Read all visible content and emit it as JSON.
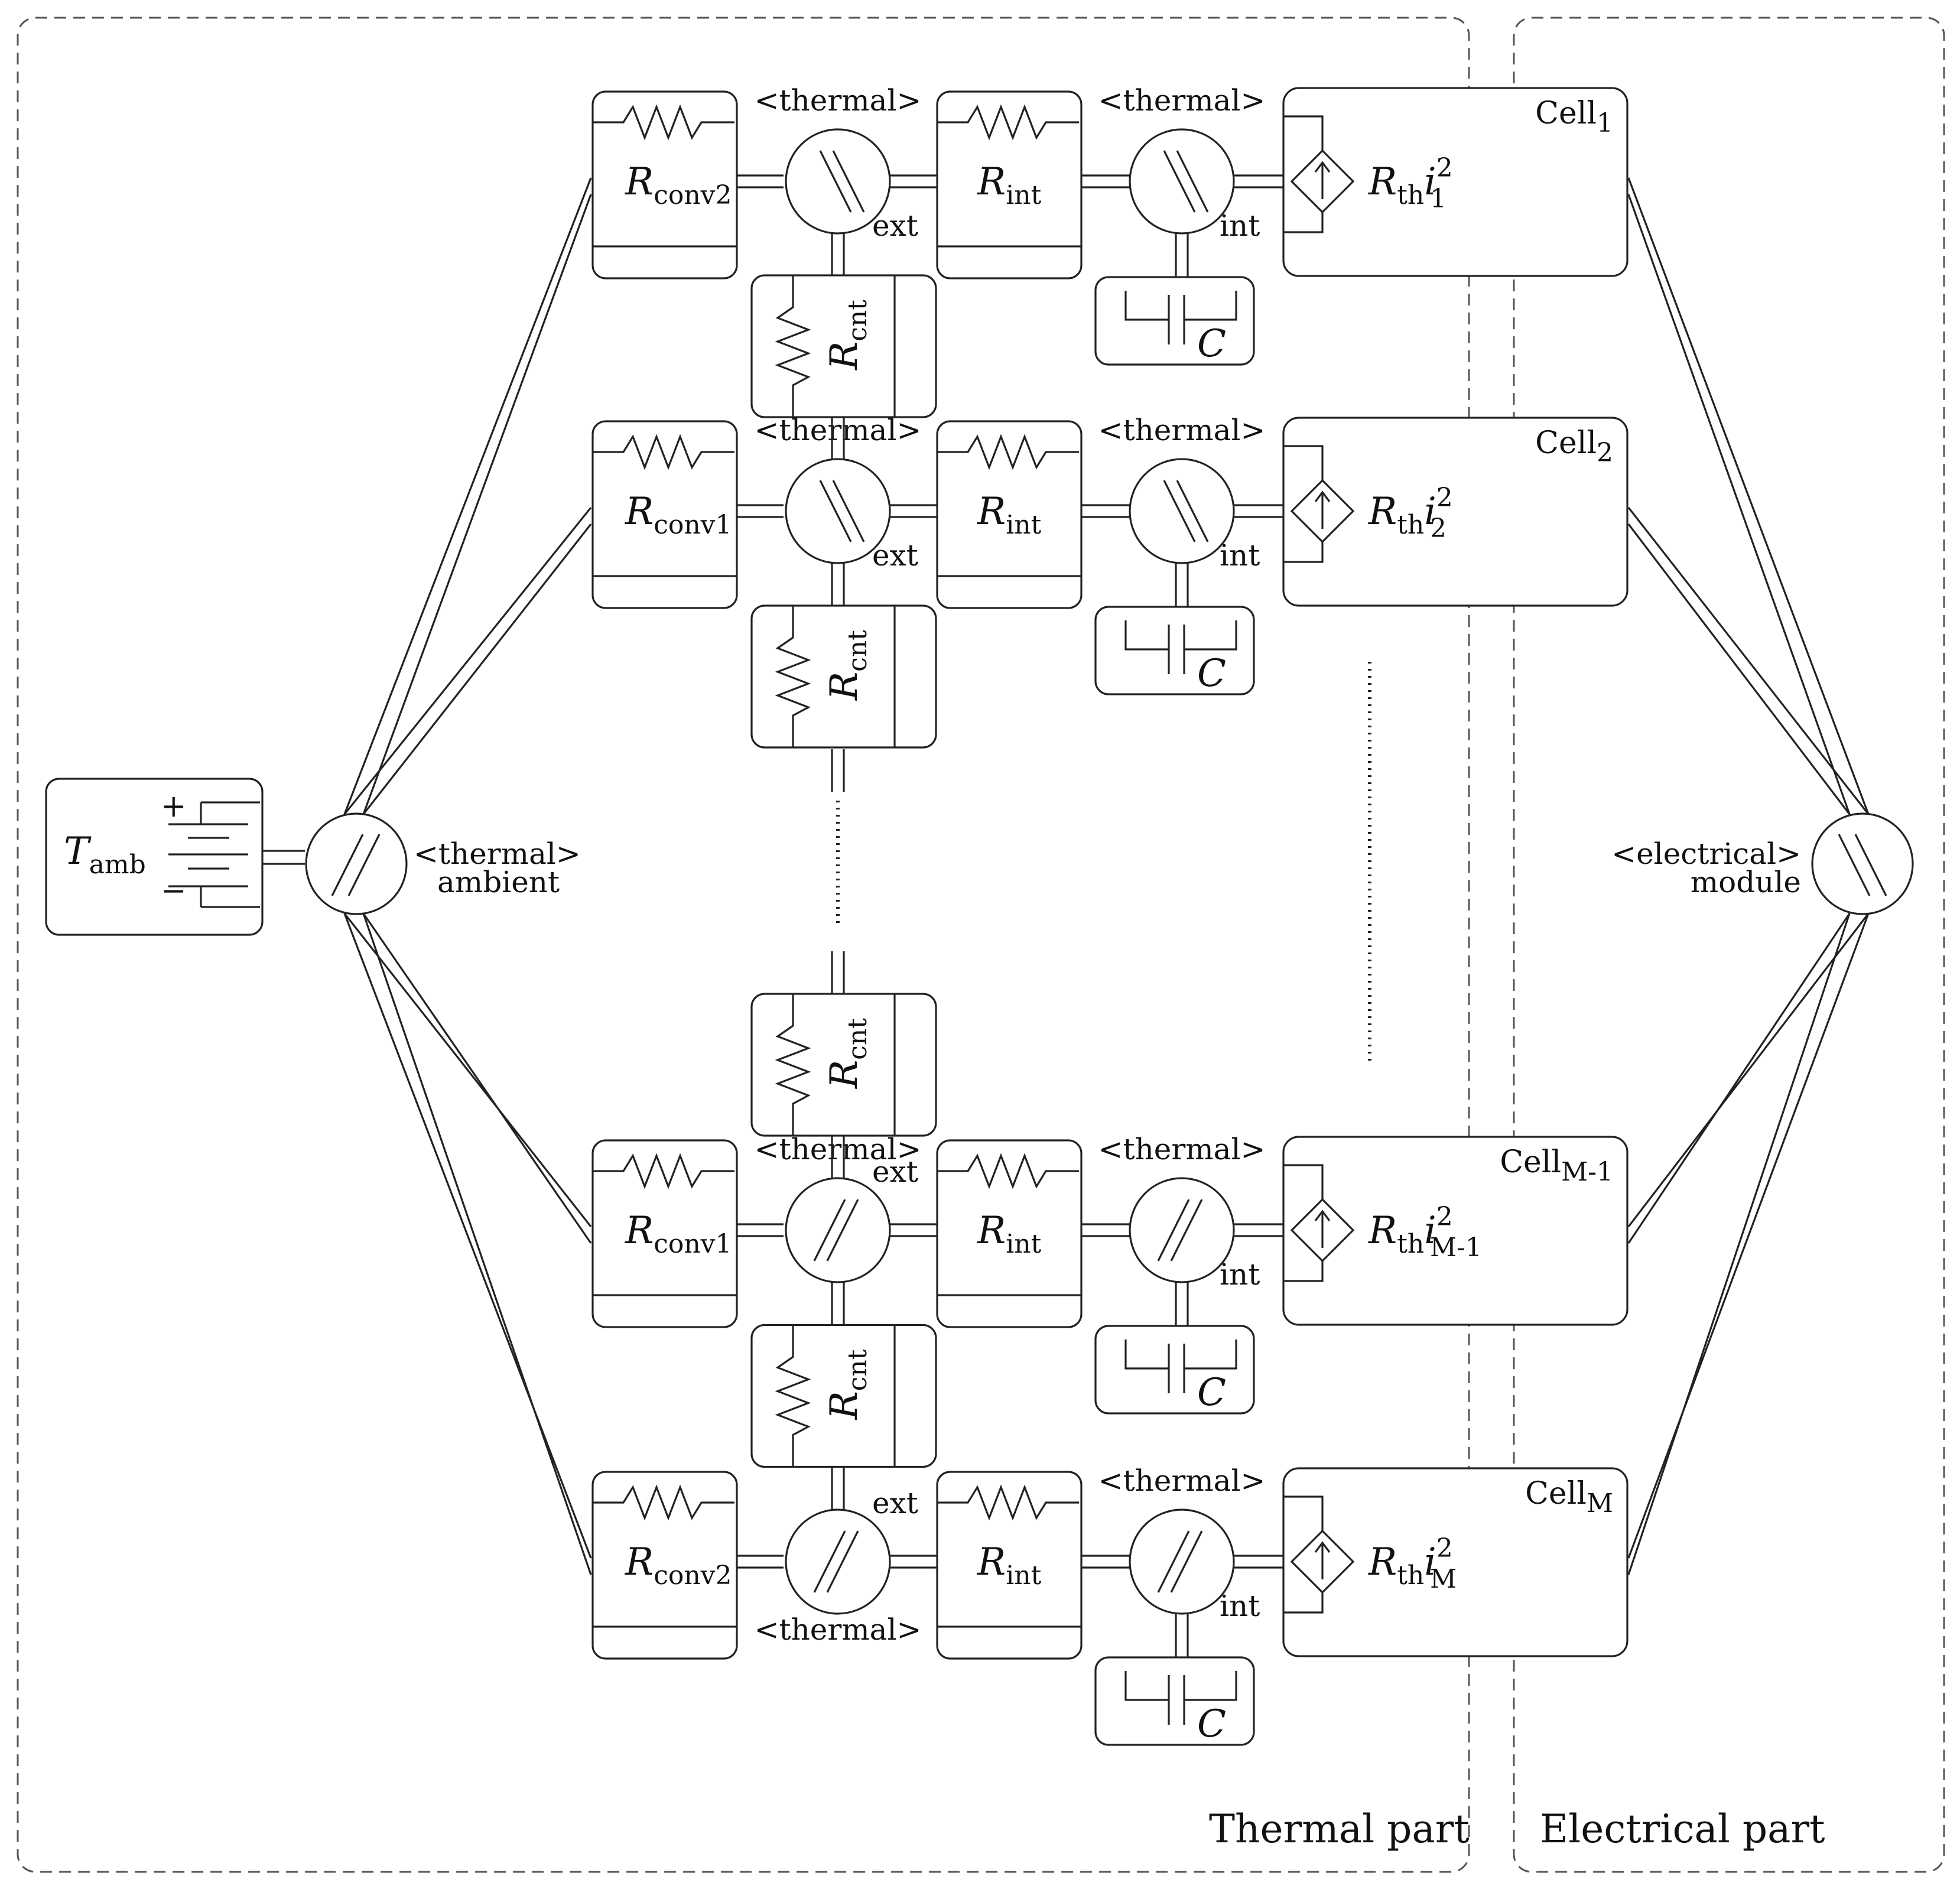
{
  "parts": {
    "thermal": "Thermal part",
    "electrical": "Electrical part"
  },
  "ambient": {
    "symbol": "T",
    "subscript": "amb",
    "plus": "+",
    "minus": "−",
    "port_type": "<thermal>",
    "port_name": "ambient"
  },
  "module": {
    "port_type": "<electrical>",
    "port_name": "module"
  },
  "common": {
    "thermal_tag": "<thermal>",
    "ext": "ext",
    "int": "int",
    "r_symbol": "R",
    "r_int_sub": "int",
    "r_cnt_sub": "cnt",
    "r_th_sub": "th",
    "current_symbol": "i",
    "cap_symbol": "C",
    "cell_word": "Cell",
    "exp": "2"
  },
  "rows": [
    {
      "cell_sub": "1",
      "conv_sub": "conv2",
      "i_sub": "1"
    },
    {
      "cell_sub": "2",
      "conv_sub": "conv1",
      "i_sub": "2"
    },
    {
      "cell_sub": "M-1",
      "conv_sub": "conv1",
      "i_sub": "M-1"
    },
    {
      "cell_sub": "M",
      "conv_sub": "conv2",
      "i_sub": "M"
    }
  ]
}
